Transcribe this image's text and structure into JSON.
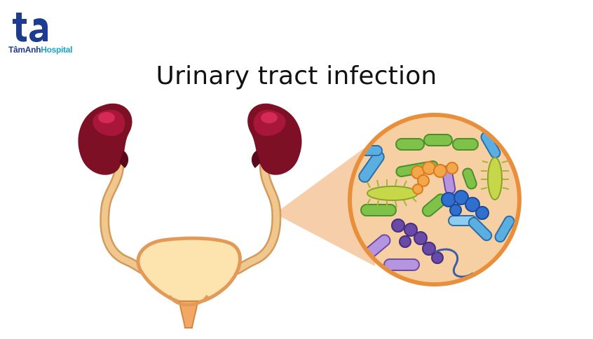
{
  "header": {
    "logo_icon": "tamanh-ta-logo",
    "logo_name": "TâmAnh",
    "logo_suffix": "Hospital",
    "title": "Urinary tract infection"
  },
  "colors": {
    "brand_dark": "#1d3b8f",
    "brand_light": "#1aa3c9",
    "kidney": "#7e1026",
    "kidney_highlight": "#d42a55",
    "ureter": "#f0c88d",
    "bladder": "#fde3ae",
    "bladder_outline": "#e39a59",
    "magnifier_bg": "#f6cfa3",
    "magnifier_ring": "#e98f3c"
  },
  "illustration": {
    "organs": [
      "left-kidney-icon",
      "right-kidney-icon",
      "left-ureter-icon",
      "right-ureter-icon",
      "bladder-icon",
      "urethra-icon"
    ],
    "magnified_view": "bacteria-magnifier-icon"
  }
}
